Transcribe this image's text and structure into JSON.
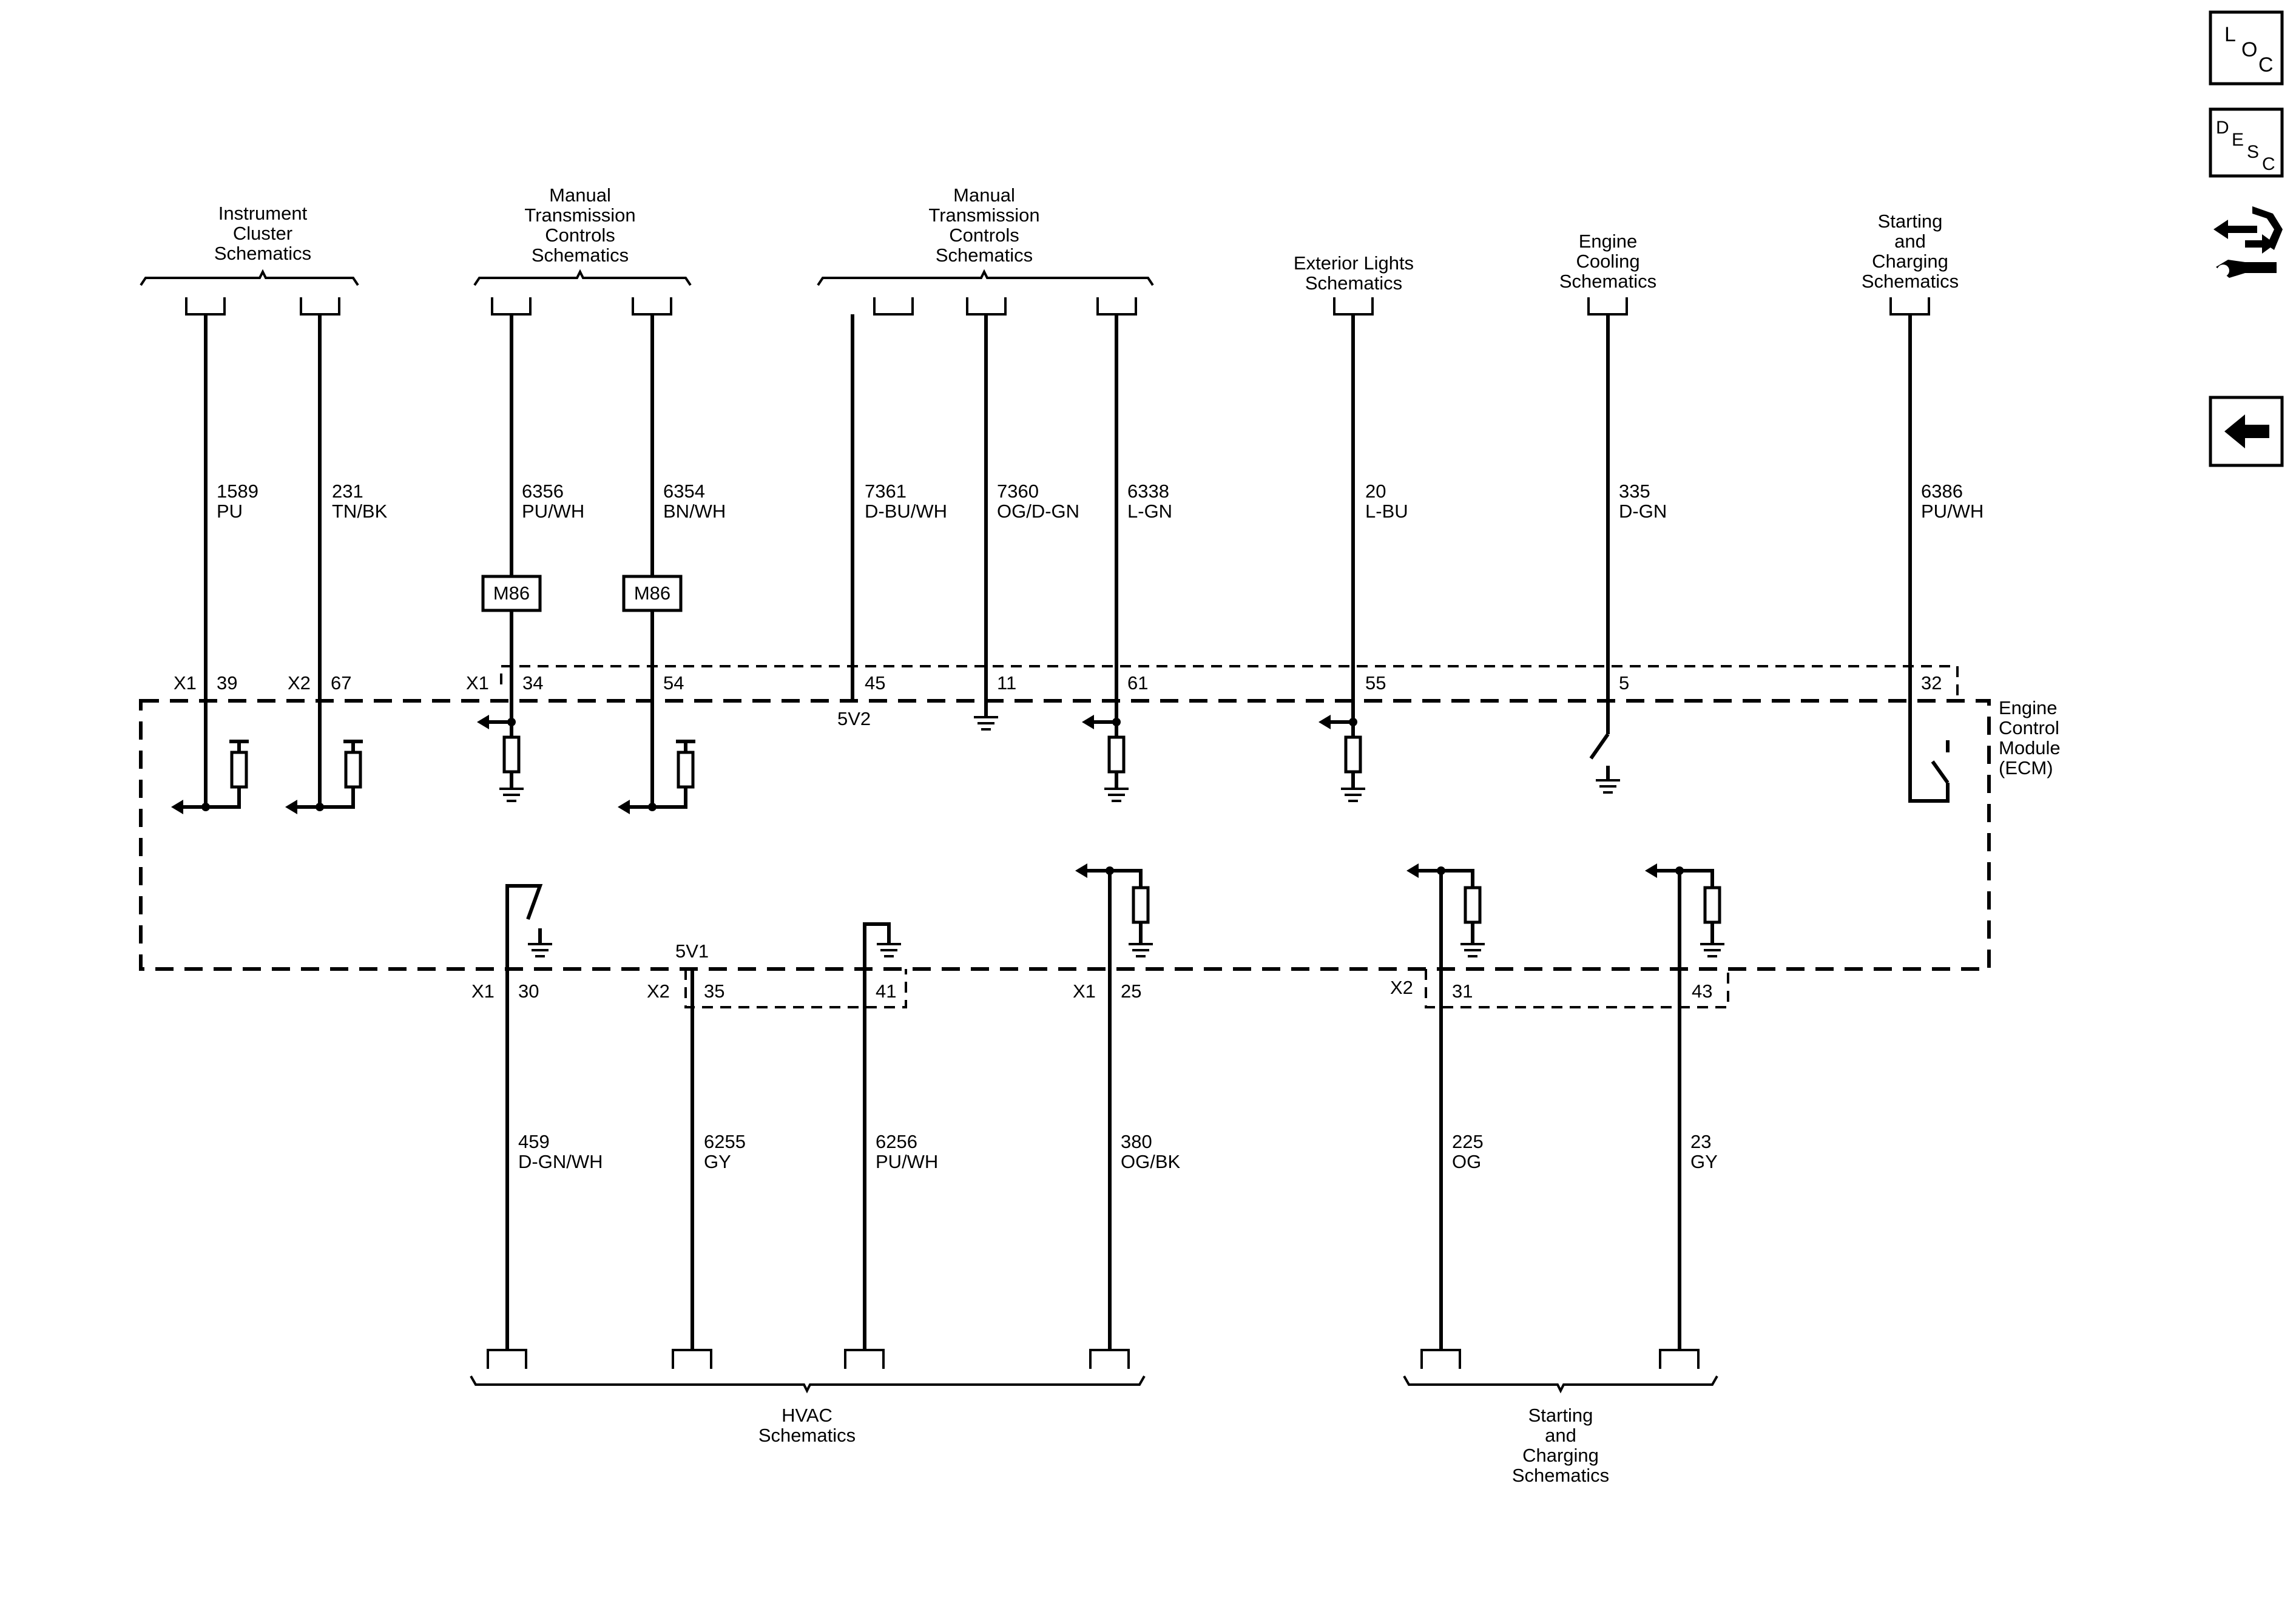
{
  "headers": {
    "instrument_cluster": [
      "Instrument",
      "Cluster",
      "Schematics"
    ],
    "manual_trans_1": [
      "Manual",
      "Transmission",
      "Controls",
      "Schematics"
    ],
    "manual_trans_2": [
      "Manual",
      "Transmission",
      "Controls",
      "Schematics"
    ],
    "exterior_lights": [
      "Exterior Lights",
      "Schematics"
    ],
    "engine_cooling": [
      "Engine",
      "Cooling",
      "Schematics"
    ],
    "starting_charging_top": [
      "Starting",
      "and",
      "Charging",
      "Schematics"
    ],
    "hvac": [
      "HVAC",
      "Schematics"
    ],
    "starting_charging_bottom": [
      "Starting",
      "and",
      "Charging",
      "Schematics"
    ]
  },
  "module": {
    "label": [
      "Engine",
      "Control",
      "Module",
      "(ECM)"
    ]
  },
  "top_wires": [
    {
      "circuit": "1589",
      "color": "PU",
      "connector": "X1",
      "pin": "39"
    },
    {
      "circuit": "231",
      "color": "TN/BK",
      "connector": "X2",
      "pin": "67"
    },
    {
      "circuit": "6356",
      "color": "PU/WH",
      "connector": "X1",
      "pin": "34",
      "inline": "M86"
    },
    {
      "circuit": "6354",
      "color": "BN/WH",
      "connector": "",
      "pin": "54",
      "inline": "M86"
    },
    {
      "circuit": "7361",
      "color": "D-BU/WH",
      "connector": "",
      "pin": "45",
      "ref": "5V2"
    },
    {
      "circuit": "7360",
      "color": "OG/D-GN",
      "connector": "",
      "pin": "11"
    },
    {
      "circuit": "6338",
      "color": "L-GN",
      "connector": "",
      "pin": "61"
    },
    {
      "circuit": "20",
      "color": "L-BU",
      "connector": "",
      "pin": "55"
    },
    {
      "circuit": "335",
      "color": "D-GN",
      "connector": "",
      "pin": "5"
    },
    {
      "circuit": "6386",
      "color": "PU/WH",
      "connector": "",
      "pin": "32"
    }
  ],
  "bottom_wires": [
    {
      "circuit": "459",
      "color": "D-GN/WH",
      "connector": "X1",
      "pin": "30"
    },
    {
      "circuit": "6255",
      "color": "GY",
      "connector": "X2",
      "pin": "35",
      "ref": "5V1"
    },
    {
      "circuit": "6256",
      "color": "PU/WH",
      "connector": "",
      "pin": "41"
    },
    {
      "circuit": "380",
      "color": "OG/BK",
      "connector": "X1",
      "pin": "25"
    },
    {
      "circuit": "225",
      "color": "OG",
      "connector": "X2",
      "pin": "31"
    },
    {
      "circuit": "23",
      "color": "GY",
      "connector": "",
      "pin": "43"
    }
  ],
  "nav": {
    "loc": {
      "letters": [
        "L",
        "O",
        "C"
      ]
    },
    "desc": {
      "letters": [
        "D",
        "E",
        "S",
        "C"
      ]
    },
    "connector_icon": "connector-tool-icon",
    "back_icon": "back-arrow-icon"
  }
}
